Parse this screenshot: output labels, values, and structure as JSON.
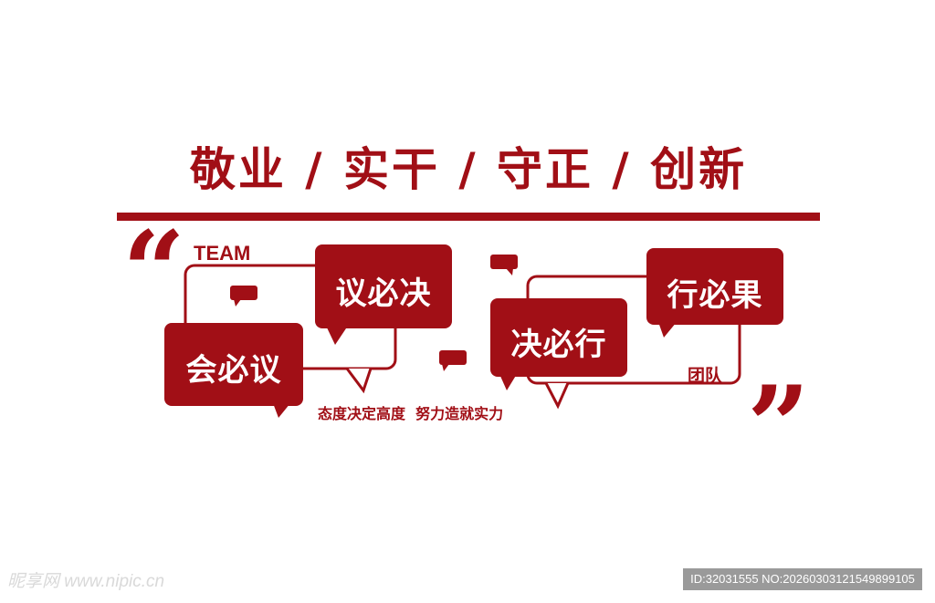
{
  "title": "敬业 / 实干 / 守正 / 创新",
  "team_label": "TEAM",
  "team_cn_label": "团队",
  "bubbles": {
    "b1": "议必决",
    "b2": "会必议",
    "b3": "决必行",
    "b4": "行必果"
  },
  "slogan": "态度决定高度  努力造就实力",
  "quote_open": "“",
  "quote_close": "”",
  "watermark": {
    "site": "昵享网 www.nipic.cn",
    "id_text": "ID:32031555 NO:20260303121549899105"
  },
  "colors": {
    "accent": "#a10f16",
    "background": "#ffffff"
  }
}
